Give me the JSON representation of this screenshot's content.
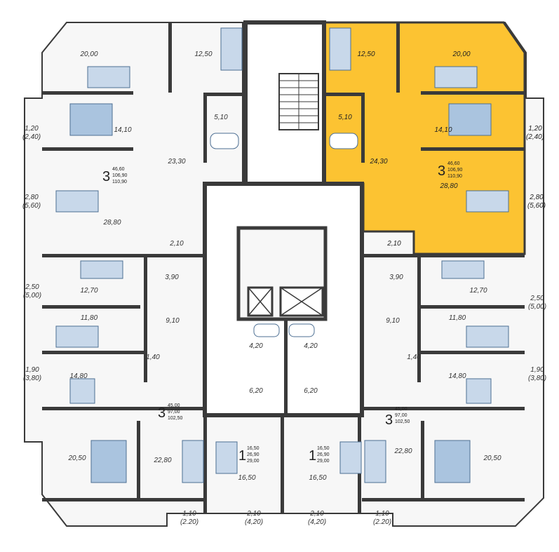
{
  "highlight_color": "#fcc332",
  "wall_color": "#3a3a3a",
  "furniture_color": "#c8d8ea",
  "apartments": {
    "top_left": {
      "rooms": "3",
      "areas": [
        "46,60",
        "106,90",
        "110,90"
      ],
      "room_areas": {
        "living": "20,00",
        "bedroom_small": "12,50",
        "bedroom": "14,10",
        "hall": "23,30",
        "bath": "5,10",
        "kitchen": "28,80",
        "wc": "2,10",
        "balcony_1": "1,20",
        "balcony_1_alt": "(2,40)",
        "balcony_2": "2,80",
        "balcony_2_alt": "(5,60)"
      }
    },
    "top_right": {
      "rooms": "3",
      "areas": [
        "46,60",
        "106,90",
        "110,90"
      ],
      "room_areas": {
        "living": "20,00",
        "bedroom_small": "12,50",
        "bedroom": "14,10",
        "hall": "24,30",
        "bath": "5,10",
        "kitchen": "28,80",
        "wc": "2,10",
        "balcony_1": "1,20",
        "balcony_1_alt": "(2,40)",
        "balcony_2": "2,80",
        "balcony_2_alt": "(5,60)"
      }
    },
    "left_middle": {
      "room_areas": {
        "bedroom": "12,70",
        "bath": "3,90",
        "kitchen": "11,80",
        "hall": "9,10",
        "wc": "1,40",
        "living": "14,80",
        "balcony_1": "2,50",
        "balcony_1_alt": "(5,00)",
        "balcony_2": "1,90",
        "balcony_2_alt": "(3,80)"
      }
    },
    "right_middle": {
      "room_areas": {
        "bedroom": "12,70",
        "bath": "3,90",
        "kitchen": "11,80",
        "hall": "9,10",
        "wc": "1,40",
        "living": "14,80",
        "balcony_1": "2,50",
        "balcony_1_alt": "(5,00)",
        "balcony_2": "1,90",
        "balcony_2_alt": "(3,80)"
      }
    },
    "bottom_left": {
      "rooms": "3",
      "areas": [
        "45,00",
        "97,00",
        "102,50"
      ],
      "room_areas": {
        "bedroom": "20,50",
        "hall": "22,80",
        "balcony": "1,10",
        "balcony_alt": "(2.20)"
      }
    },
    "bottom_right": {
      "rooms": "3",
      "areas": [
        "45,00",
        "97,00",
        "102,50"
      ],
      "room_areas": {
        "bedroom": "20,50",
        "hall": "22,80",
        "balcony": "1,10",
        "balcony_alt": "(2.20)"
      }
    },
    "studio_left": {
      "rooms": "1",
      "areas": [
        "16,50",
        "26,90",
        "29,00"
      ],
      "room_areas": {
        "bath": "4,20",
        "hall": "6,20",
        "room": "16,50",
        "balcony": "2,10",
        "balcony_alt": "(4,20)"
      }
    },
    "studio_right": {
      "rooms": "1",
      "areas": [
        "16,50",
        "26,90",
        "29,00"
      ],
      "room_areas": {
        "bath": "4,20",
        "hall": "6,20",
        "room": "16,50",
        "balcony": "2,10",
        "balcony_alt": "(4,20)"
      }
    }
  }
}
